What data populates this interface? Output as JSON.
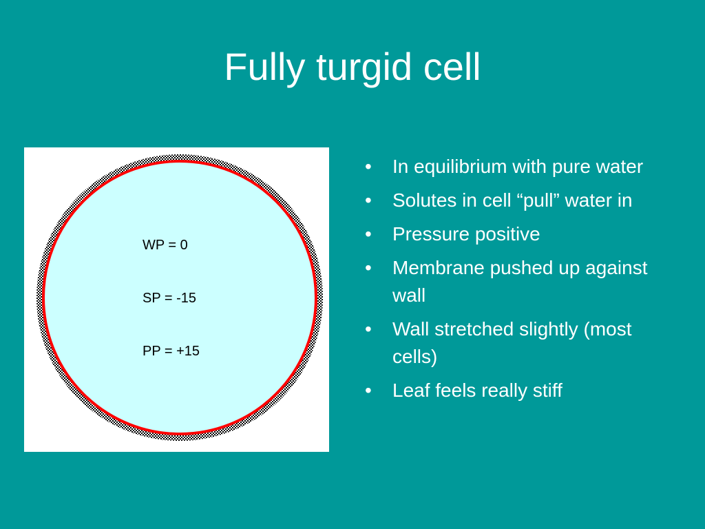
{
  "slide": {
    "title": "Fully turgid cell",
    "background_color": "#009999"
  },
  "diagram": {
    "cell_fill_color": "#ccffff",
    "membrane_color": "#ff0000",
    "wall_color": "#000000",
    "labels": {
      "wp": "WP = 0",
      "sp": "SP = -15",
      "pp": "PP = +15"
    }
  },
  "bullets": [
    "In equilibrium with pure water",
    "Solutes in cell “pull” water in",
    "Pressure positive",
    "Membrane pushed up against wall",
    "Wall stretched slightly (most cells)",
    "Leaf feels really stiff"
  ],
  "bullet_glyph": "•"
}
